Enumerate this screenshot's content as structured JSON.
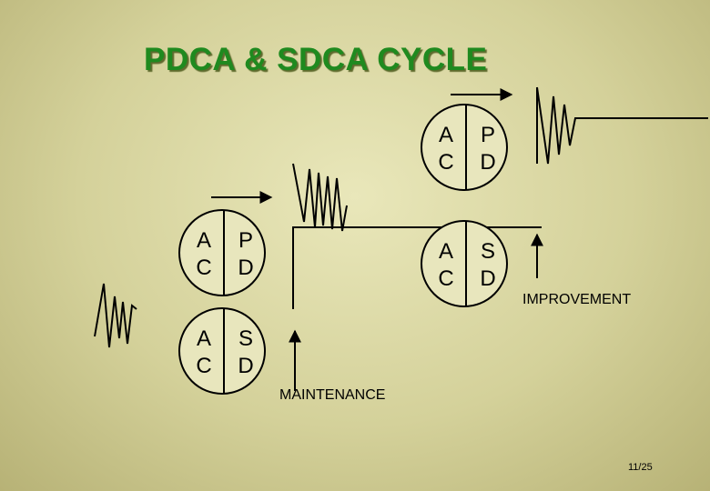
{
  "title": "PDCA & SDCA CYCLE",
  "cycles": {
    "pdca_top": {
      "tl": "A",
      "tr": "P",
      "bl": "C",
      "br": "D"
    },
    "pdca_left": {
      "tl": "A",
      "tr": "P",
      "bl": "C",
      "br": "D"
    },
    "sdca_mid": {
      "tl": "A",
      "tr": "S",
      "bl": "C",
      "br": "D"
    },
    "sdca_low": {
      "tl": "A",
      "tr": "S",
      "bl": "C",
      "br": "D"
    }
  },
  "labels": {
    "improvement": "IMPROVEMENT",
    "maintenance": "MAINTENANCE"
  },
  "page_number": "11/25",
  "colors": {
    "title": "#1f8a1f",
    "background": "#d4d19a",
    "line": "#000000"
  }
}
